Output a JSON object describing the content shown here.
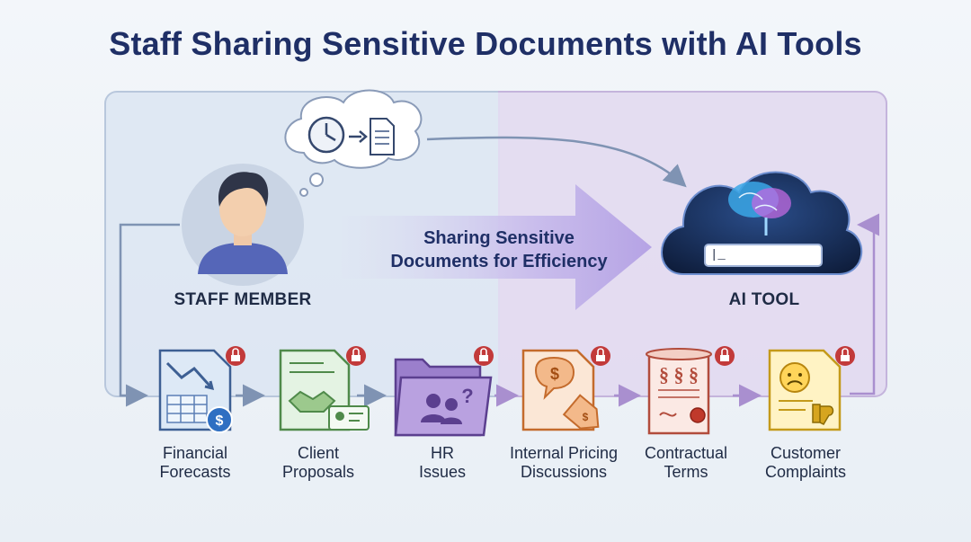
{
  "title": "Staff Sharing Sensitive Documents with AI Tools",
  "staff": {
    "label": "STAFF MEMBER"
  },
  "ai": {
    "label": "AI TOOL",
    "input_text": "|_"
  },
  "flow": {
    "line1": "Sharing Sensitive",
    "line2": "Documents for Efficiency"
  },
  "documents": [
    {
      "line1": "Financial",
      "line2": "Forecasts",
      "icon": "financial-forecast-icon"
    },
    {
      "line1": "Client",
      "line2": "Proposals",
      "icon": "client-proposal-icon"
    },
    {
      "line1": "HR",
      "line2": "Issues",
      "icon": "hr-folder-icon"
    },
    {
      "line1": "Internal Pricing",
      "line2": "Discussions",
      "icon": "pricing-discussion-icon"
    },
    {
      "line1": "Contractual",
      "line2": "Terms",
      "icon": "contract-scroll-icon"
    },
    {
      "line1": "Customer",
      "line2": "Complaints",
      "icon": "complaint-document-icon"
    }
  ],
  "colors": {
    "title": "#1f2f66",
    "lock_badge": "#c23a3a",
    "flow_arrow": "#b9a8e6",
    "connector": "#7f93b3"
  }
}
